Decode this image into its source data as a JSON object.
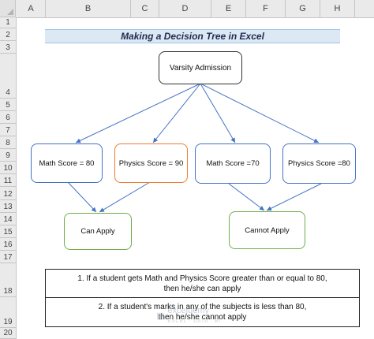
{
  "spreadsheet": {
    "columns": [
      "A",
      "B",
      "C",
      "D",
      "E",
      "F",
      "G",
      "H"
    ],
    "rows": [
      "1",
      "2",
      "3",
      "4",
      "5",
      "6",
      "7",
      "8",
      "9",
      "10",
      "11",
      "12",
      "13",
      "14",
      "15",
      "16",
      "17",
      "18",
      "19",
      "20"
    ]
  },
  "title": "Making a Decision Tree in Excel",
  "tree": {
    "root": "Varsity Admission",
    "conditions": [
      "Math Score = 80",
      "Physics Score = 90",
      "Math Score =70",
      "Physics Score =80"
    ],
    "outcomes": [
      "Can Apply",
      "Cannot Apply"
    ]
  },
  "notes": {
    "rule1_line1": "1. If a student gets Math and Physics Score greater than or equal to 80,",
    "rule1_line2": "then he/she can apply",
    "rule2_line1": "2. If a student's marks in any of the subjects is less than 80,",
    "rule2_line2": "then he/she cannot apply"
  },
  "watermark": {
    "brand": "exceldemy",
    "tagline": "EXCEL · DATA · BI"
  },
  "colors": {
    "accent_blue": "#4472c4",
    "accent_orange": "#ed7d31",
    "accent_green": "#70ad47",
    "title_fill": "#dde8f5"
  }
}
